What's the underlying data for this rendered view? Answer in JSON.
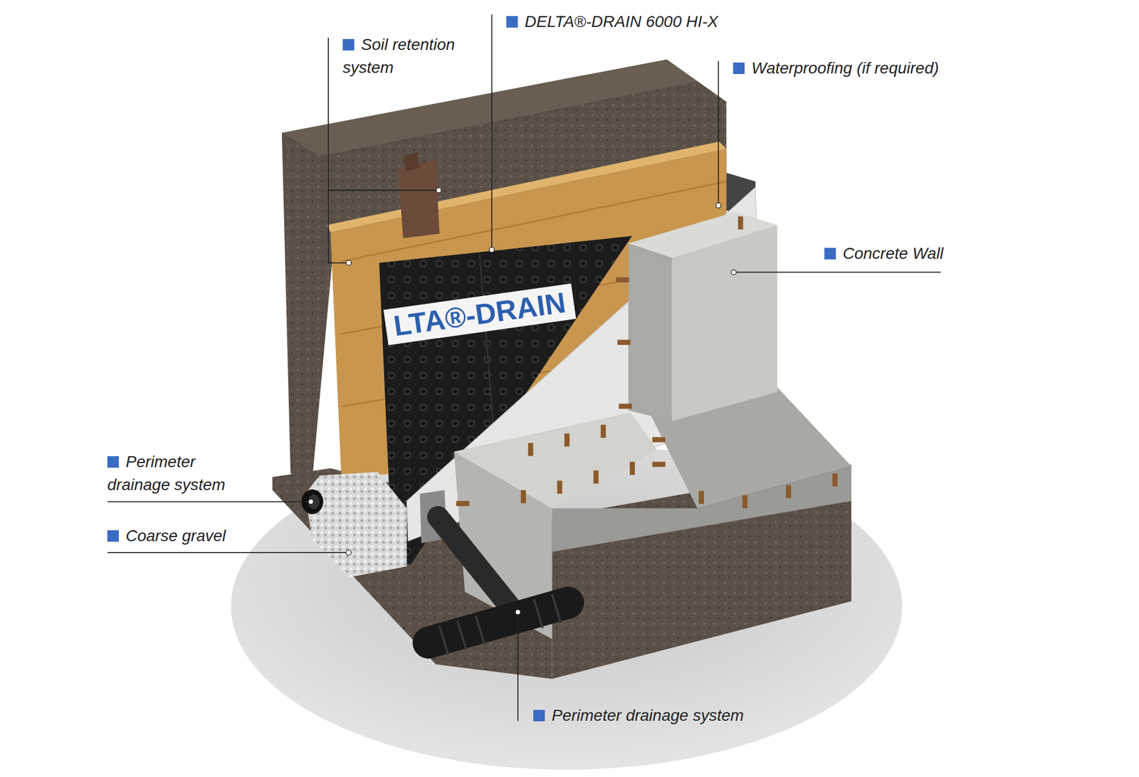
{
  "diagram": {
    "labels": [
      "Soil retention system",
      "DELTA®-DRAIN 6000 HI-X",
      "Waterproofing (if required)",
      "Concrete Wall",
      "Perimeter drainage system",
      "Coarse gravel",
      "Perimeter drainage system",
      "LTA®-DRAIN"
    ]
  }
}
